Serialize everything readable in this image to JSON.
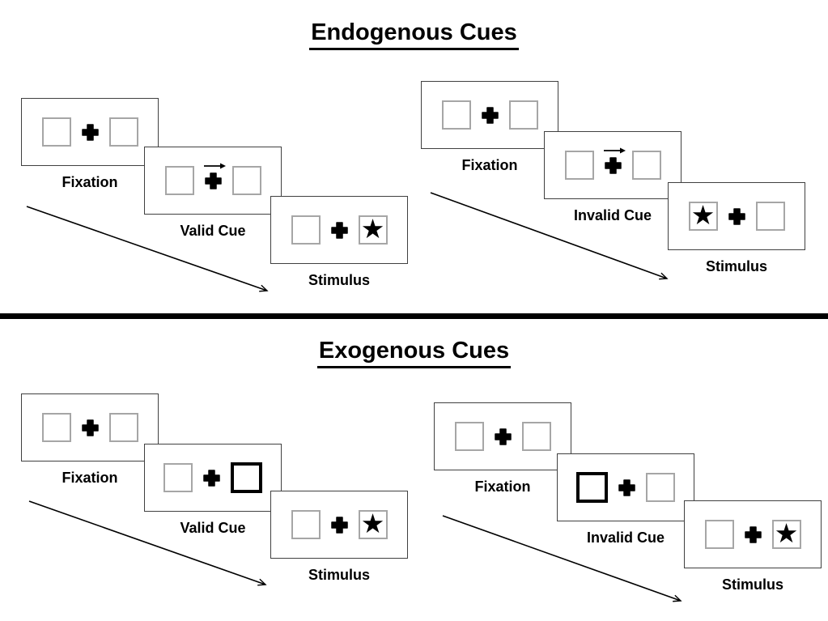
{
  "figure": {
    "background": "#ffffff",
    "divider": "full-width horizontal rule separating sections"
  },
  "colors": {
    "ink": "#000000",
    "panel_border": "#404040",
    "placeholder_box_border": "#a6a6a6",
    "exogenous_cue_border": "#000000"
  },
  "icons": {
    "star": "★",
    "fixation_cross": "heavy-plus-cross",
    "cue_arrow": "thin-right-arrow",
    "timeline_arrow": "diagonal-down-right-arrow"
  },
  "sections": [
    {
      "title": "Endogenous Cues",
      "groups": [
        {
          "name": "valid-trial",
          "panels": [
            {
              "label": "Fixation",
              "content": "two empty boxes with central cross"
            },
            {
              "label": "Valid Cue",
              "content": "right-pointing arrow above central cross",
              "cue": "arrow-right"
            },
            {
              "label": "Stimulus",
              "content": "star in right box",
              "star_side": "right"
            }
          ]
        },
        {
          "name": "invalid-trial",
          "panels": [
            {
              "label": "Fixation",
              "content": "two empty boxes with central cross"
            },
            {
              "label": "Invalid Cue",
              "content": "right-pointing arrow above central cross",
              "cue": "arrow-right"
            },
            {
              "label": "Stimulus",
              "content": "star in left box",
              "star_side": "left"
            }
          ]
        }
      ]
    },
    {
      "title": "Exogenous Cues",
      "groups": [
        {
          "name": "valid-trial",
          "panels": [
            {
              "label": "Fixation",
              "content": "two empty boxes with central cross"
            },
            {
              "label": "Valid Cue",
              "content": "right box highlighted with thick black border",
              "cue": "box-right"
            },
            {
              "label": "Stimulus",
              "content": "star in right box",
              "star_side": "right"
            }
          ]
        },
        {
          "name": "invalid-trial",
          "panels": [
            {
              "label": "Fixation",
              "content": "two empty boxes with central cross"
            },
            {
              "label": "Invalid Cue",
              "content": "left box highlighted with thick black border",
              "cue": "box-left"
            },
            {
              "label": "Stimulus",
              "content": "star in right box",
              "star_side": "right"
            }
          ]
        }
      ]
    }
  ]
}
